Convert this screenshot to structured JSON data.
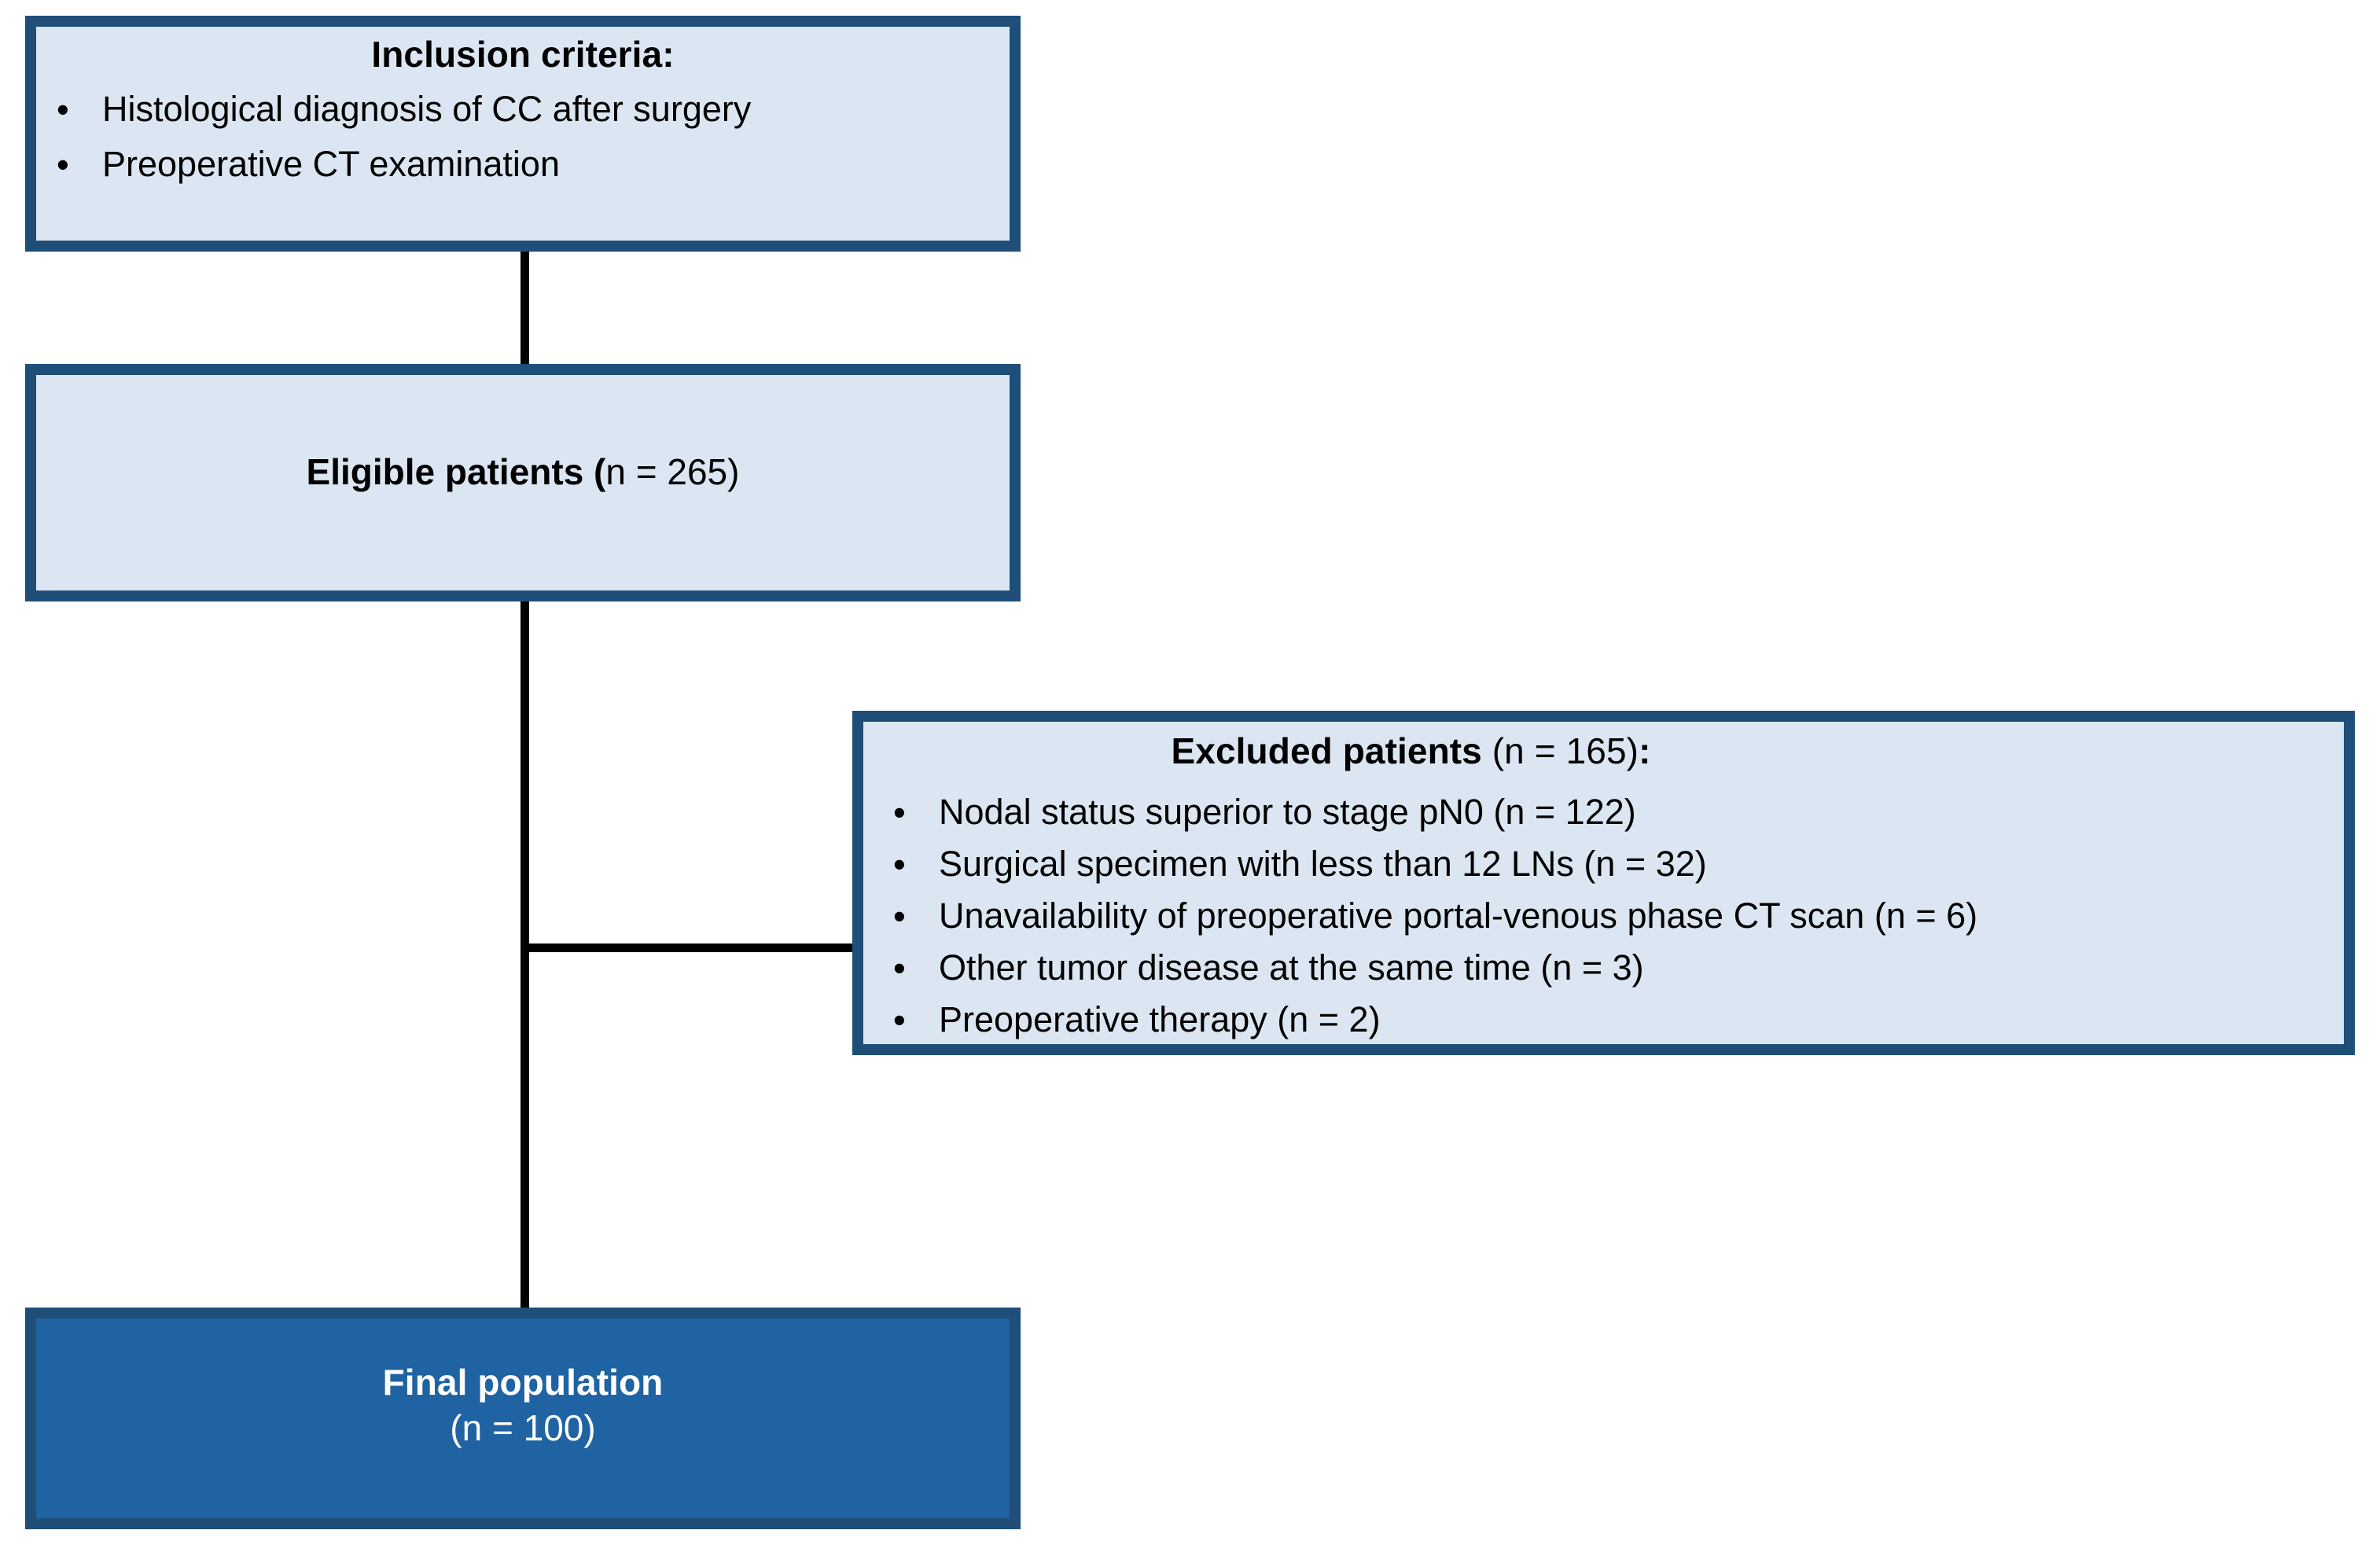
{
  "diagram": {
    "type": "patient-selection-flowchart",
    "colors": {
      "border": "#1F4E79",
      "light_fill": "#DCE6F2",
      "solid_fill": "#1F63A3",
      "text": "#000000",
      "inverse_text": "#FFFFFF",
      "connector": "#000000"
    }
  },
  "inclusion": {
    "title": "Inclusion criteria:",
    "bullet_glyph": "•",
    "items": [
      "Histological diagnosis of CC after surgery",
      "Preoperative CT examination"
    ]
  },
  "eligible": {
    "label_bold": "Eligible patients (",
    "label_rest": "n = 265)"
  },
  "excluded": {
    "title_bold": "Excluded patients",
    "title_count": " (n = 165)",
    "title_colon": ":",
    "bullet_glyph": "•",
    "items": [
      "Nodal status superior to stage pN0 (n = 122)",
      "Surgical specimen with less than 12 LNs (n = 32)",
      "Unavailability of preoperative portal-venous phase CT scan (n = 6)",
      "Other tumor disease at the same time (n = 3)",
      "Preoperative therapy (n = 2)"
    ]
  },
  "final": {
    "line1": "Final population",
    "line2": "(n = 100)"
  }
}
